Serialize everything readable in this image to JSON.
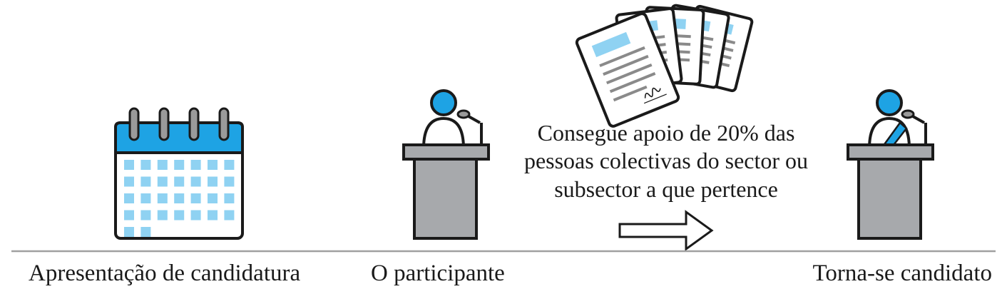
{
  "steps": [
    {
      "label": "Apresentação de candidatura"
    },
    {
      "label": "O participante"
    },
    {
      "label": "Torna-se candidato"
    }
  ],
  "condition": {
    "lines": [
      "Consegue apoio de 20% das",
      "pessoas colectivas do sector ou",
      "subsector a que pertence"
    ]
  },
  "icons": {
    "calendar": "calendar-icon",
    "participant": "speaker-at-podium-icon",
    "documents": "signed-documents-icon",
    "arrow": "right-arrow-icon",
    "candidate": "candidate-with-sash-at-podium-icon"
  },
  "colors": {
    "accent_blue": "#1ea3e4",
    "light_blue": "#8fd2f2",
    "podium_gray": "#a7a9ac",
    "outline": "#1a1a1a",
    "timeline": "#a0a0a0"
  }
}
